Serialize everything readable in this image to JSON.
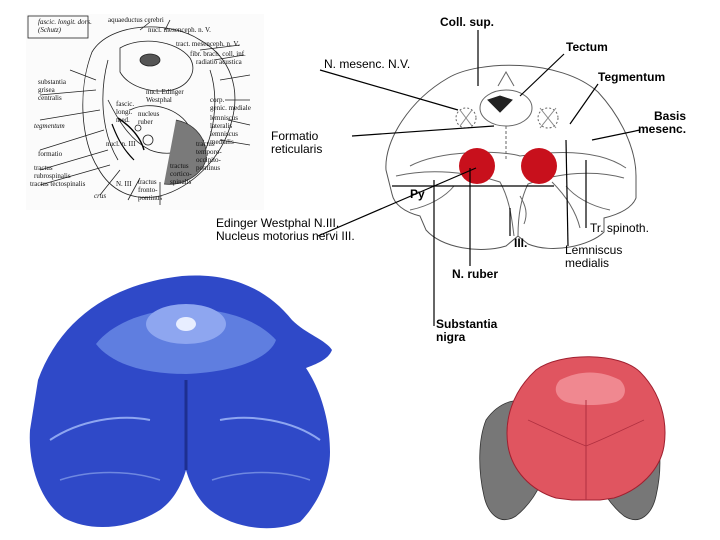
{
  "labels": {
    "coll_sup": "Coll. sup.",
    "tectum": "Tectum",
    "n_mesenc": "N. mesenc. N.V.",
    "tegmentum": "Tegmentum",
    "basis_mesenc": "Basis\nmesenc.",
    "formatio": "Formatio\nreticularis",
    "py": "Py",
    "edinger": "Edinger Westphal N.III.\nNucleus motorius nervi III.",
    "tr_spinoth": "Tr. spinoth.",
    "iii": "III.",
    "lemniscus": "Lemniscus\nmedialis",
    "n_ruber": "N. ruber",
    "substantia": "Substantia\nnigra"
  },
  "sketch_labels": {
    "aquaeductus": "aquaeductus cerebri",
    "fasc_long": "fascic. longit. dors.\n(Schutz)",
    "nucl_mesen": "nucl. mesenceph. n. V.",
    "tract_mesen": "tract. mesenceph. n. V.",
    "fibr_brach": "fibr. brach. coll. inf.",
    "radiatio": "radiatio acustica",
    "substantia_grisea": "substantia\ngrisea\ncentralis",
    "nucl_edinger": "nucl. Edinger\nWestphal",
    "corp_genic": "corp.\ngenic. mediale",
    "lemniscus_lat": "lemniscus\nlateralis",
    "lemniscus_med": "lemniscus\nmedialis",
    "nucleus_ruber": "nucleus\nruber",
    "fasc_longi": "fascic.\nlongi.\nmed.",
    "tegmentum": "tegmentum",
    "tractus_rubro": "tractus\nrubrospinalis",
    "tractus_tecto": "tractus tectospinalis",
    "tractus_temp": "tractus\ntemporo-\noccipito-\npontinus",
    "tractus_cortico": "tractus\ncortico-\nspinalis",
    "tractus_fronto": "tractus\nfronto-\npontinus",
    "n_iii": "N. III",
    "crus": "crus",
    "nucl_n3": "nucl. n. III",
    "formatio_sk": "formatio"
  },
  "colors": {
    "red_nucleus": "#c8101c",
    "stain_blue": "#2f49c8",
    "red_overlay": "#e05560",
    "line": "#000000"
  }
}
